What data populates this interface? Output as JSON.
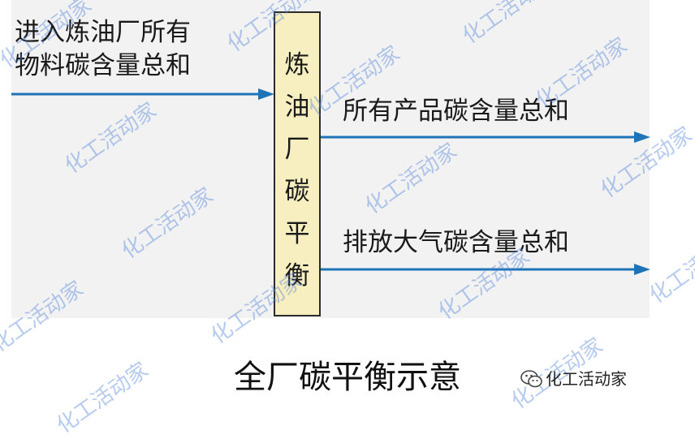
{
  "inputs": {
    "line1": "进入炼油厂所有",
    "line2": "物料碳含量总和"
  },
  "center_box": {
    "chars": [
      "炼",
      "油",
      "厂",
      "碳",
      "平",
      "衡"
    ]
  },
  "outputs": {
    "products": "所有产品碳含量总和",
    "atmosphere": "排放大气碳含量总和"
  },
  "caption": "全厂碳平衡示意",
  "watermark": {
    "text": "化工活动家",
    "brand_label": "化工活动家",
    "brand_icon": "wechat-icon"
  },
  "colors": {
    "arrow": "#1f73b7",
    "box_fill": "#f7efc0",
    "watermark": "#5082dc"
  }
}
